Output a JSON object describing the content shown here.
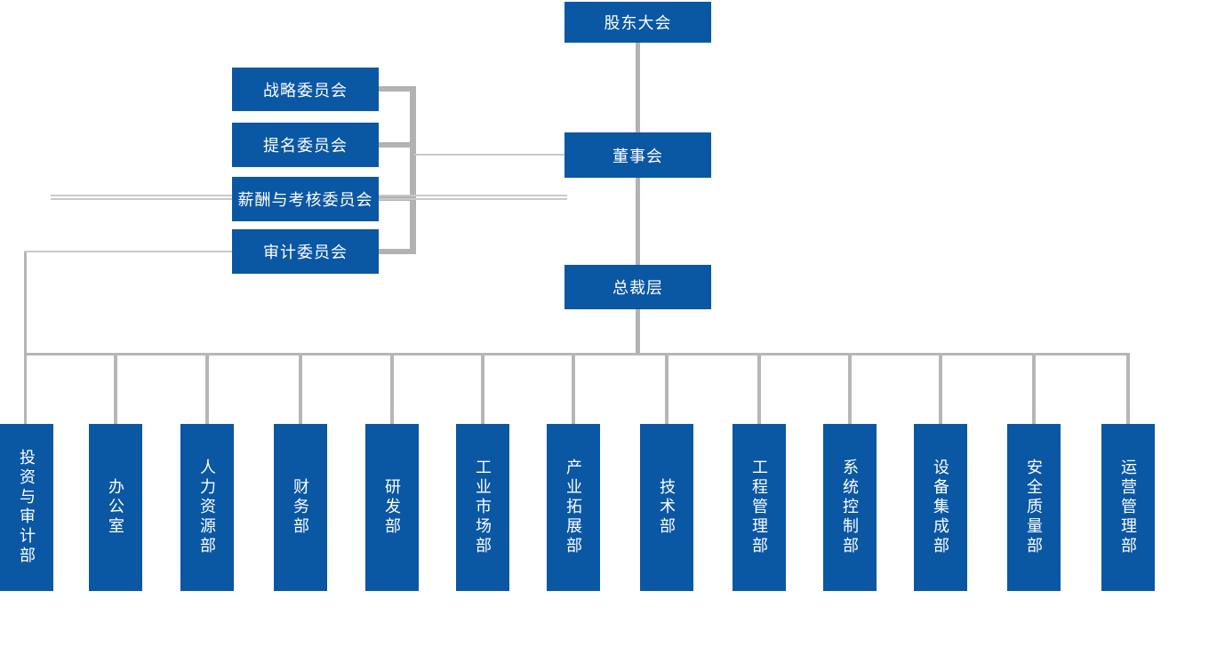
{
  "org_chart": {
    "top": {
      "label": "股东大会"
    },
    "board": {
      "label": "董事会"
    },
    "president": {
      "label": "总裁层"
    },
    "committees": {
      "attached_to": "董事会",
      "items": [
        {
          "label": "战略委员会"
        },
        {
          "label": "提名委员会"
        },
        {
          "label": "薪酬与考核委员会"
        },
        {
          "label": "审计委员会"
        }
      ]
    },
    "departments": {
      "attached_to": "总裁层",
      "items": [
        {
          "label": "投资与审计部"
        },
        {
          "label": "办公室"
        },
        {
          "label": "人力资源部"
        },
        {
          "label": "财务部"
        },
        {
          "label": "研发部"
        },
        {
          "label": "工业市场部"
        },
        {
          "label": "产业拓展部"
        },
        {
          "label": "技术部"
        },
        {
          "label": "工程管理部"
        },
        {
          "label": "系统控制部"
        },
        {
          "label": "设备集成部"
        },
        {
          "label": "安全质量部"
        },
        {
          "label": "运营管理部"
        }
      ]
    }
  },
  "colors": {
    "box_blue": "#0a57a4",
    "connector_gray": "#b6b6b6",
    "text_white": "#ffffff"
  }
}
